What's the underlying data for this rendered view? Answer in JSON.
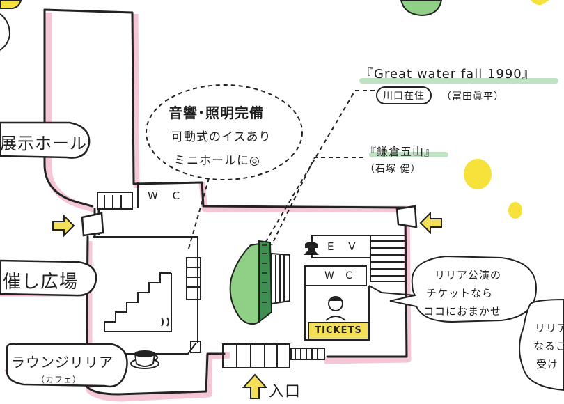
{
  "colors": {
    "ink": "#222222",
    "wall_highlight": "#f4c6d6",
    "label_underline_pink": "#f3b7cc",
    "label_underline_green": "#bfe3c2",
    "yellow": "#f6e23a",
    "arrow_yellow": "#f3df5a"
  },
  "labels": {
    "exhibition_hall": "展示ホール",
    "event_plaza": "催し広場",
    "lounge": "ラウンジリリア",
    "lounge_sub": "（カフェ）",
    "wc_top": "W C",
    "wc_inner": "W C",
    "ev": "E V",
    "tickets": "TICKETS",
    "entrance": "入口"
  },
  "bubbles": {
    "mini_hall": [
      "音響･照明完備",
      "可動式のイスあり",
      "ミニホールに◎"
    ],
    "tickets_note": [
      "リリア公演の",
      "チケットなら",
      "ココにおまかせ"
    ],
    "cut_off": [
      "リリア",
      "なるこ",
      "受け"
    ]
  },
  "artworks": {
    "great_waterfall": {
      "title": "『Great water fall 1990』",
      "artist_name": "川口在住",
      "artist_sub": "（冨田眞平）"
    },
    "kamakura": {
      "title": "『鎌倉五山』",
      "artist": "（石塚 健）"
    }
  },
  "icons": [
    "phone-icon",
    "coffee-cup-icon",
    "up-arrow-icon",
    "right-arrow-icon",
    "left-arrow-icon",
    "ticket-clerk-icon",
    "staircase-icon",
    "escalator-icon",
    "waterfall-sculpture-icon"
  ]
}
